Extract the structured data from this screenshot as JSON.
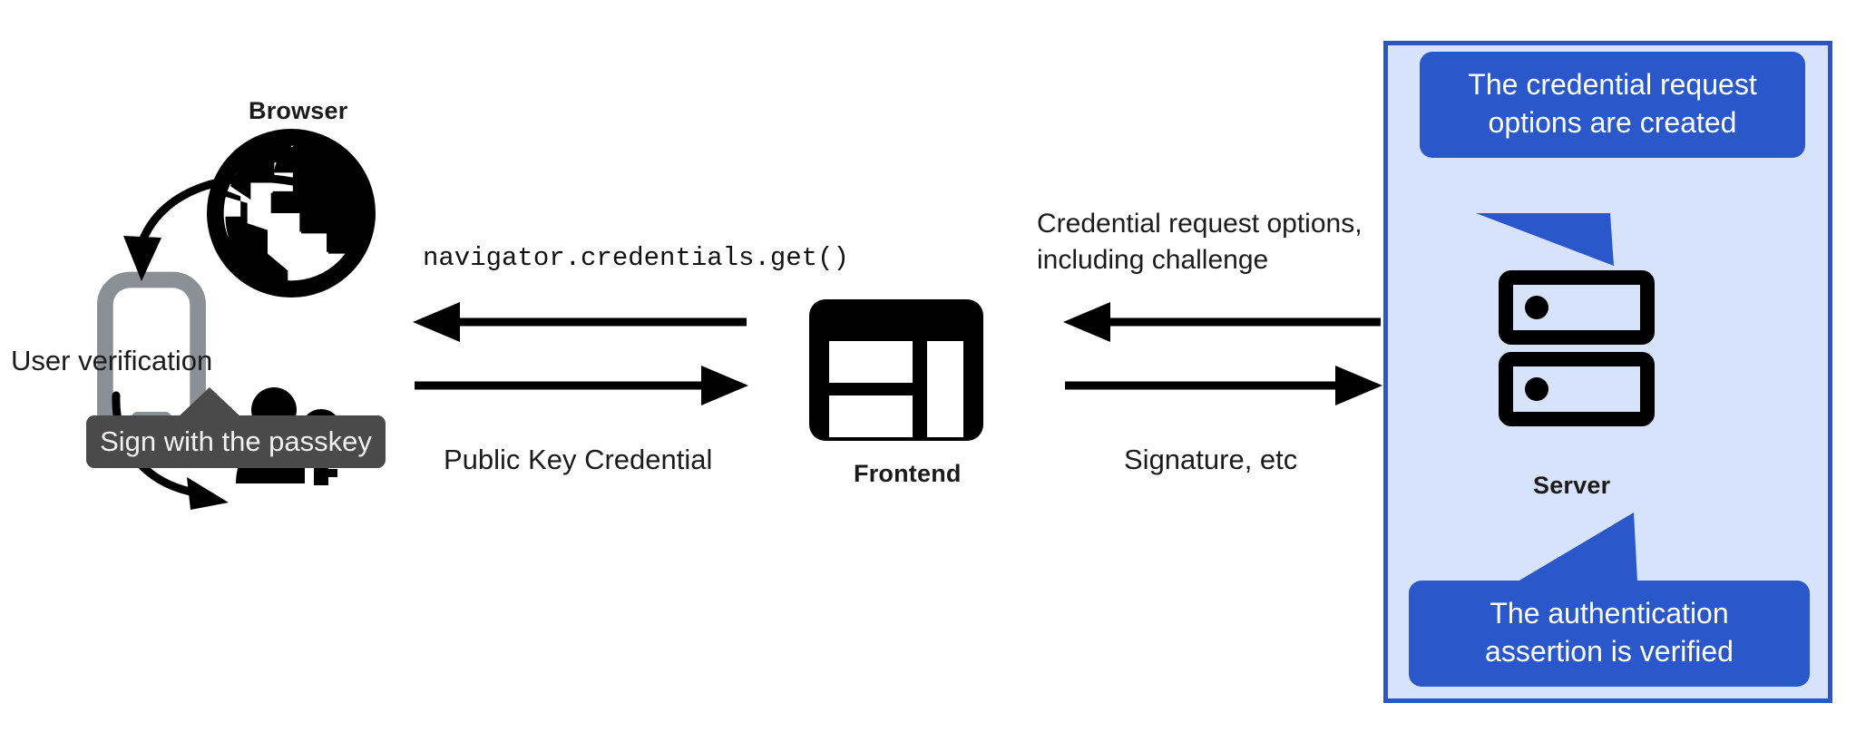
{
  "diagram": {
    "title": "WebAuthn passkey authentication flow",
    "colors": {
      "panel_fill": "#d6e3fb",
      "panel_border": "#2a57c8",
      "callout_blue": "#2a58ca",
      "tooltip_grey": "#4a4a4a",
      "icon_black": "#000000",
      "phone_grey": "#8b9097",
      "text": "#1b1b1b"
    }
  },
  "browser": {
    "label": "Browser",
    "icon": "globe-icon"
  },
  "phone": {
    "label": "User verification",
    "icon": "mobile-phone-icon"
  },
  "user": {
    "icon": "person-with-key-icon",
    "tooltip": "Sign with the passkey"
  },
  "frontend": {
    "label": "Frontend",
    "icon": "browser-window-icon"
  },
  "server": {
    "label": "Server",
    "icon": "server-rack-icon",
    "callout_top": "The credential request\noptions are created",
    "callout_top_line1": "The credential request",
    "callout_top_line2": "options are created",
    "callout_bottom_line1": "The authentication",
    "callout_bottom_line2": "assertion is verified"
  },
  "flows": {
    "left_top_label": "navigator.credentials.get()",
    "left_bottom_label": "Public Key Credential",
    "right_top_label_line1": "Credential request options,",
    "right_top_label_line2": "including challenge",
    "right_bottom_label": "Signature, etc"
  }
}
